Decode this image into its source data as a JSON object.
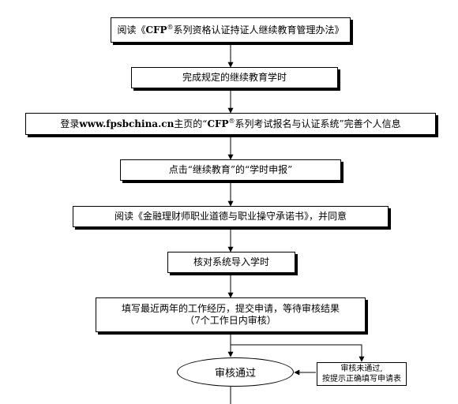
{
  "flow": {
    "step1": {
      "pre": "阅读《",
      "brand": "CFP",
      "sup": "®",
      "post": "系列资格认证持证人继续教育管理办法》"
    },
    "step2": "完成规定的继续教育学时",
    "step3": {
      "pre": "登录",
      "url": "www.fpsbchina.cn",
      "mid": "主页的“",
      "brand": "CFP",
      "sup": "®",
      "post": "系列考试报名与认证系统”完善个人信息"
    },
    "step4": "点击“继续教育”的“学时申报”",
    "step5": "阅读《金融理财师职业道德与职业操守承诺书》，并同意",
    "step6": "核对系统导入学时",
    "step7": {
      "line1": "填写最近两年的工作经历，提交申请，等待审核结果",
      "line2": "（7个工作日内审核）"
    },
    "approved": "审核通过",
    "rejected": {
      "line1": "审核未通过,",
      "line2": "按提示正确填写申请表"
    }
  }
}
